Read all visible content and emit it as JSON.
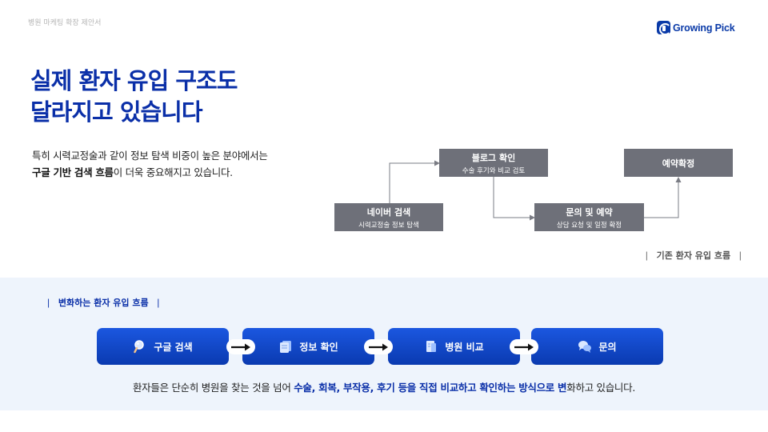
{
  "header": {
    "doc_label": "병원 마케팅 확장 제안서",
    "logo_text": "Growing Pick"
  },
  "title": {
    "line1": "실제 환자 유입 구조도",
    "line2": "달라지고 있습니다"
  },
  "description": {
    "line1": "특히 시력교정술과 같이 정보 탐색 비중이 높은 분야에서는",
    "line2_bold": "구글 기반 검색 흐름",
    "line2_rest": "이 더욱 중요해지고 있습니다."
  },
  "legacy_flow": {
    "label": "기존 환자 유입 흐름",
    "nodes": [
      {
        "title": "네이버 검색",
        "subtitle": "시력교정술 정보 탐색"
      },
      {
        "title": "블로그 확인",
        "subtitle": "수술 후기와 비교 검토"
      },
      {
        "title": "문의 및 예약",
        "subtitle": "상담 요청 및 일정 확정"
      },
      {
        "title": "예약확정",
        "subtitle": ""
      }
    ]
  },
  "new_flow": {
    "label": "변화하는 환자 유입 흐름",
    "steps": [
      {
        "label": "구글 검색",
        "icon": "magnifier-icon"
      },
      {
        "label": "정보 확인",
        "icon": "document-stack-icon"
      },
      {
        "label": "병원 비교",
        "icon": "compare-document-icon"
      },
      {
        "label": "문의",
        "icon": "chat-bubble-icon"
      }
    ]
  },
  "bottom": {
    "part1": "환자들은 단순히 병원을 찾는 것을 넘어 ",
    "highlight1": "수술, 회복, 부작용, 후기 등을 직접 비교하고 확인하는 방식으로 변",
    "part2": "화하고 있습니다."
  },
  "colors": {
    "brand": "#0a2fa8",
    "node_gray": "#6e7079",
    "band_bg": "#eef4fc",
    "step_blue": "#1448d0"
  }
}
